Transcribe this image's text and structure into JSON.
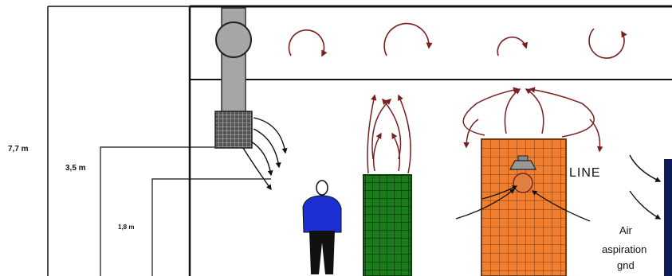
{
  "dimensions": {
    "height_total": "7,7 m",
    "height_mid": "3,5 m",
    "height_low": "1,8 m"
  },
  "labels": {
    "line": "LINE",
    "air_line1": "Air",
    "air_line2": "aspiration",
    "air_line3": "gnd"
  },
  "colors": {
    "duct": "#a6a6a6",
    "fan": "#a6a6a6",
    "diffuser": "#555555",
    "person_shirt": "#1c2fd0",
    "person_pants": "#111111",
    "green_rack": "#1b7a1b",
    "orange_rack": "#f08030",
    "arrow": "#7a1f1f",
    "wall_blue": "#0d1d5a"
  }
}
